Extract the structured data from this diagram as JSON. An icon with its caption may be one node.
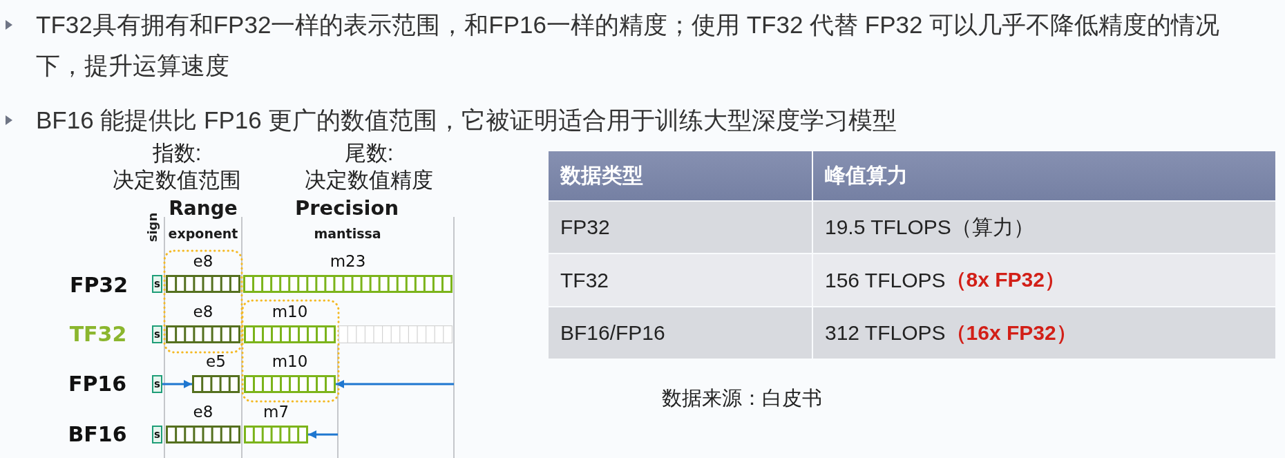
{
  "diagram": {
    "nodes": [
      {
        "text": [
          "s"
        ]
      },
      {
        "text": [
          "e8"
        ]
      },
      {
        "text": [
          "m23"
        ]
      },
      {
        "text": [
          "s"
        ]
      },
      {
        "text": [
          "e8"
        ]
      },
      {
        "text": [
          "m10"
        ]
      },
      {
        "text": [],
        "shape": "bar"
      },
      {
        "text": [
          "s"
        ]
      },
      {
        "text": [
          "e5"
        ]
      },
      {
        "text": [
          "m10"
        ]
      },
      {
        "text": [
          "s"
        ]
      },
      {
        "text": [
          "e8"
        ]
      },
      {
        "text": [
          "m7"
        ]
      }
    ],
    "edges": [
      {
        "from": 7,
        "to": 8,
        "arrow": "to"
      },
      {
        "from": null,
        "to": 9,
        "arrow": "to"
      },
      {
        "from": null,
        "to": 12,
        "arrow": "to"
      }
    ],
    "labels": [
      "TF32具有拥有和FP32一样的表示范围，和FP16一样的精度；使用 TF32 代替 FP32 可以几乎不降低精度的情况下，提升运算速度",
      "BF16 能提供比 FP16 更广的数值范围，它被证明适合用于训练大型深度学习模型",
      "指数:决定数值范围",
      "尾数:决定数值精度",
      "sign",
      "Range",
      "exponent",
      "Precision",
      "mantissa",
      "FP32",
      "TF32",
      "FP16",
      "BF16",
      "数据类型",
      "峰值算力",
      "FP32",
      "19.5 TFLOPS（算力）",
      "TF32",
      "156 TFLOPS**（8x FP32）**",
      "BF16/FP16",
      "312 TFLOPS**（16x FP32）**",
      "数据来源：白皮书"
    ]
  }
}
